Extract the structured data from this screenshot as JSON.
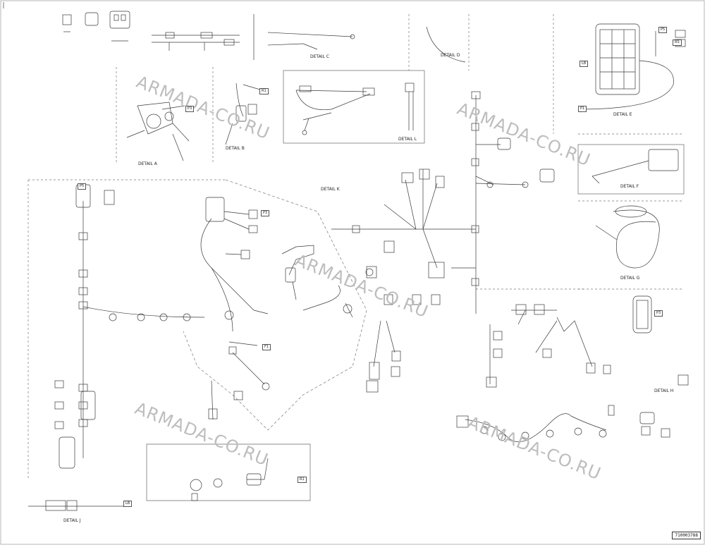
{
  "watermarks": [
    "ARMADA-CO.RU",
    "ARMADA-CO.RU",
    "ARMADA-CO.RU",
    "ARMADA-CO.RU",
    "ARMADA-CO.RU"
  ],
  "part_number": "710003788",
  "tags": {
    "t1": "P5",
    "t2": "RS",
    "t3": "LB",
    "t4": "P1",
    "t5": "P3",
    "t6": "R1",
    "t7": "P5",
    "t8": "P3",
    "t9": "F1",
    "t10": "P3",
    "t11": "LB",
    "t12": "R1"
  },
  "detail_labels": {
    "d1": "DETAIL A",
    "d2": "DETAIL B",
    "d3": "DETAIL C",
    "d4": "DETAIL D",
    "d5": "DETAIL E",
    "d6": "DETAIL F",
    "d7": "DETAIL G",
    "d8": "DETAIL H",
    "d9": "DETAIL J",
    "d10": "DETAIL K",
    "d11": "DETAIL L"
  },
  "colors": {
    "line": "#3a3a3a",
    "watermark": "#bdbdbd"
  }
}
